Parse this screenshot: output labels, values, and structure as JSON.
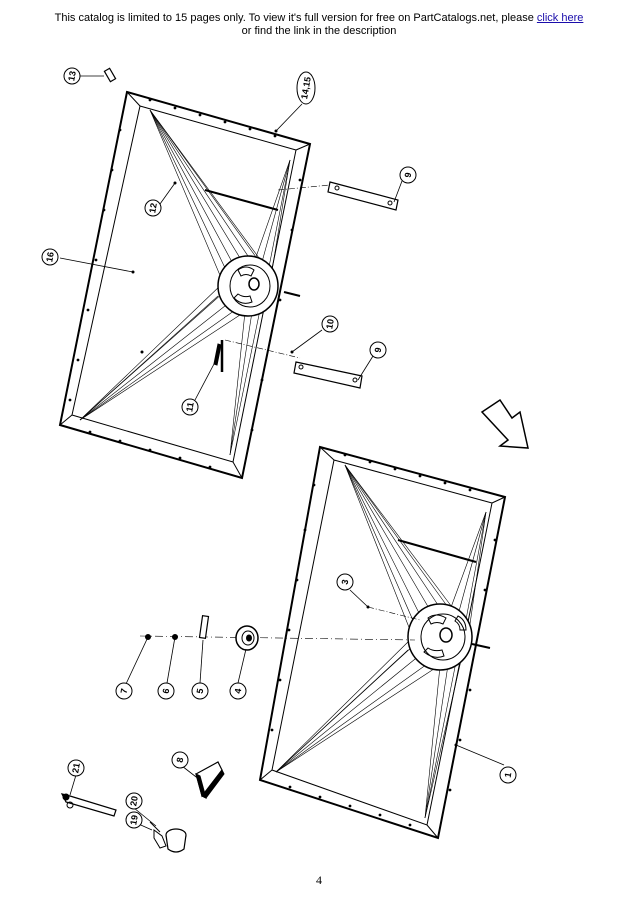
{
  "banner": {
    "text": "This catalog is limited to 15 pages only. To view it's full version for free on PartCatalogs.net, please",
    "link_label": "click here",
    "line2": "or find the link in the description"
  },
  "page_number": "4",
  "callouts": [
    {
      "id": "c13",
      "label": "13"
    },
    {
      "id": "c1415",
      "label": "14,15"
    },
    {
      "id": "c12",
      "label": "12"
    },
    {
      "id": "c16",
      "label": "16"
    },
    {
      "id": "c9a",
      "label": "9"
    },
    {
      "id": "c10",
      "label": "10"
    },
    {
      "id": "c9b",
      "label": "9"
    },
    {
      "id": "c11",
      "label": "11"
    },
    {
      "id": "c3",
      "label": "3"
    },
    {
      "id": "c7",
      "label": "7"
    },
    {
      "id": "c6",
      "label": "6"
    },
    {
      "id": "c5",
      "label": "5"
    },
    {
      "id": "c4",
      "label": "4"
    },
    {
      "id": "c8",
      "label": "8"
    },
    {
      "id": "c1",
      "label": "1"
    },
    {
      "id": "c21",
      "label": "21"
    },
    {
      "id": "c20",
      "label": "20"
    },
    {
      "id": "c19",
      "label": "19"
    }
  ]
}
